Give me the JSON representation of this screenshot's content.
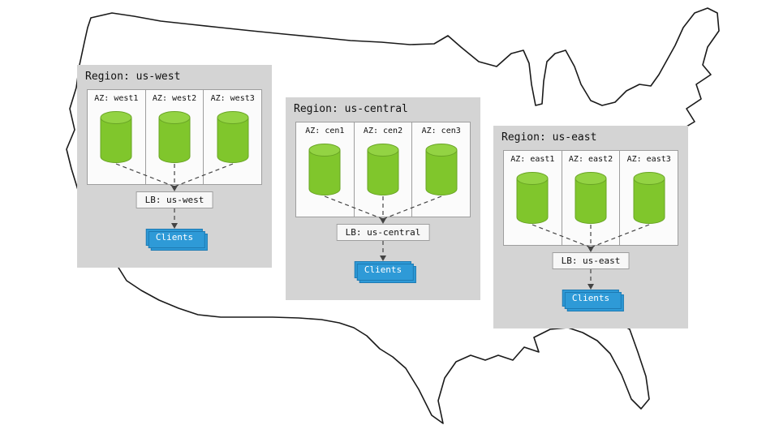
{
  "colors": {
    "region_bg": "#d4d4d4",
    "az_bg": "#fbfbfb",
    "az_border": "#9e9e9e",
    "cylinder_body": "#80c62c",
    "cylinder_top": "#93d343",
    "cylinder_stroke": "#69a524",
    "lb_bg": "#f7f7f7",
    "lb_border": "#9e9e9e",
    "clients_bg": "#2e9ad7",
    "clients_border": "#1d7ab3",
    "connector": "#444444",
    "map_stroke": "#1a1a1a"
  },
  "regions": [
    {
      "title": "Region: us-west",
      "azs": [
        "AZ: west1",
        "AZ: west2",
        "AZ: west3"
      ],
      "lb": "LB: us-west",
      "clients": "Clients"
    },
    {
      "title": "Region: us-central",
      "azs": [
        "AZ: cen1",
        "AZ: cen2",
        "AZ: cen3"
      ],
      "lb": "LB: us-central",
      "clients": "Clients"
    },
    {
      "title": "Region: us-east",
      "azs": [
        "AZ: east1",
        "AZ: east2",
        "AZ: east3"
      ],
      "lb": "LB: us-east",
      "clients": "Clients"
    }
  ]
}
